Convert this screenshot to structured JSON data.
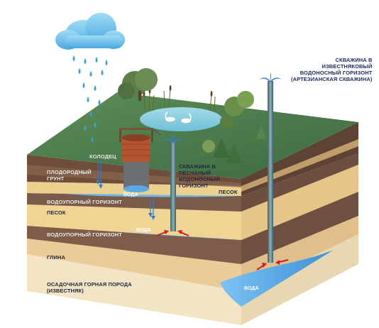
{
  "labels": {
    "well": "КОЛОДЕЦ",
    "fertile_soil_line1": "ПЛОДОРОДНЫЙ",
    "fertile_soil_line2": "ГРУНТ",
    "water_1": "ВОДА",
    "aquitard_1": "ВОДОУПОРНЫЙ ГОРИЗОНТ",
    "sand_left": "ПЕСОК",
    "water_2": "ВОДА",
    "aquitard_2": "ВОДОУПОРНЫЙ ГОРИЗОНТ",
    "clay": "ГЛИНА",
    "bedrock_line1": "ОСАДОЧНАЯ ГОРНАЯ ПОРОДА",
    "bedrock_line2": "(ИЗВЕСТНЯК)",
    "sand_well_line1": "СКВАЖИНА В",
    "sand_well_line2": "ПЕСЧАНЫЙ",
    "sand_well_line3": "ВОДОНОСНЫЙ",
    "sand_well_line4": "ГОРИЗОНТ",
    "sand_right": "ПЕСОК",
    "lime_well_line1": "СКВАЖИНА В",
    "lime_well_line2": "ИЗВЕСТНЯКОВЫЙ",
    "lime_well_line3": "ВОДОНОСНЫЙ ГОРИЗОНТ",
    "lime_well_line4": "(АРТЕЗИАНСКАЯ СКВАЖИНА)",
    "water_3": "ВОДА"
  },
  "colors": {
    "cloud": "#5fb8e6",
    "rain": "#3aa0d8",
    "grass": "#4a7a4a",
    "topsoil": "#6b4a3a",
    "sand": "#e8c88a",
    "aquitard": "#7a5a48",
    "water": "#5aa6e6",
    "clay": "#eac998",
    "limestone": "#f2e3c4",
    "pipe": "#5a7e86",
    "arrow": "#c8202c"
  }
}
